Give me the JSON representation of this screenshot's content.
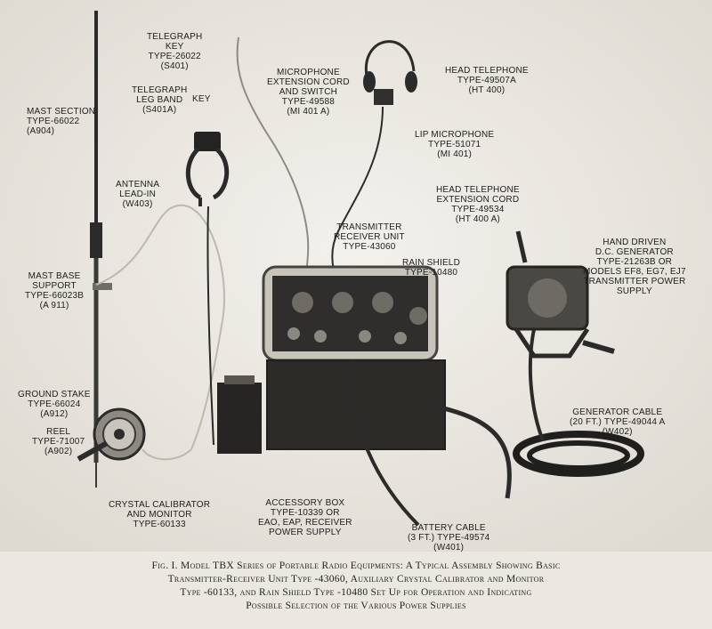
{
  "labels": {
    "telegraph_key": [
      "TELEGRAPH",
      "KEY",
      "TYPE-26022",
      "(S401)"
    ],
    "telegraph_leg_band": [
      "TELEGRAPH",
      "LEG BAND",
      "(S401A)"
    ],
    "key": [
      "KEY"
    ],
    "microphone_cord": [
      "MICROPHONE",
      "EXTENSION CORD",
      "AND SWITCH",
      "TYPE-49588",
      "(MI 401 A)"
    ],
    "head_telephone": [
      "HEAD TELEPHONE",
      "TYPE-49507A",
      "(HT 400)"
    ],
    "lip_microphone": [
      "LIP MICROPHONE",
      "TYPE-51071",
      "(MI 401)"
    ],
    "mast_section": [
      "MAST SECTION",
      "TYPE-66022",
      "(A904)"
    ],
    "antenna_lead_in": [
      "ANTENNA",
      "LEAD-IN",
      "(W403)"
    ],
    "head_telephone_cord": [
      "HEAD TELEPHONE",
      "EXTENSION CORD",
      "TYPE-49534",
      "(HT 400 A)"
    ],
    "transmitter_receiver": [
      "TRANSMITTER",
      "RECEIVER UNIT",
      "TYPE-43060"
    ],
    "rain_shield": [
      "RAIN SHIELD",
      "TYPE-10480"
    ],
    "generator": [
      "HAND DRIVEN",
      "D.C. GENERATOR",
      "TYPE-21263B OR",
      "MODELS EF8, EG7, EJ7",
      "TRANSMITTER POWER",
      "SUPPLY"
    ],
    "mast_base": [
      "MAST BASE",
      "SUPPORT",
      "TYPE-66023B",
      "(A 911)"
    ],
    "ground_stake": [
      "GROUND STAKE",
      "TYPE-66024",
      "(A912)"
    ],
    "reel": [
      "REEL",
      "TYPE-71007",
      "(A902)"
    ],
    "generator_cable": [
      "GENERATOR CABLE",
      "(20 FT.) TYPE-49044 A",
      "(W402)"
    ],
    "crystal_calibrator": [
      "CRYSTAL CALIBRATOR",
      "AND MONITOR",
      "TYPE-60133"
    ],
    "accessory_box": [
      "ACCESSORY BOX",
      "TYPE-10339 OR",
      "EAO, EAP, RECEIVER",
      "POWER SUPPLY"
    ],
    "battery_cable": [
      "BATTERY CABLE",
      "(3 FT.) TYPE-49574",
      "(W401)"
    ]
  },
  "caption": [
    "Fig. I. Model TBX Series of Portable Radio Equipments: A Typical Assembly Showing Basic",
    "Transmitter-Receiver Unit Type -43060, Auxiliary Crystal Calibrator and Monitor",
    "Type -60133, and Rain Shield Type -10480 Set Up for Operation and Indicating",
    "Possible Selection of the Various Power Supplies"
  ]
}
